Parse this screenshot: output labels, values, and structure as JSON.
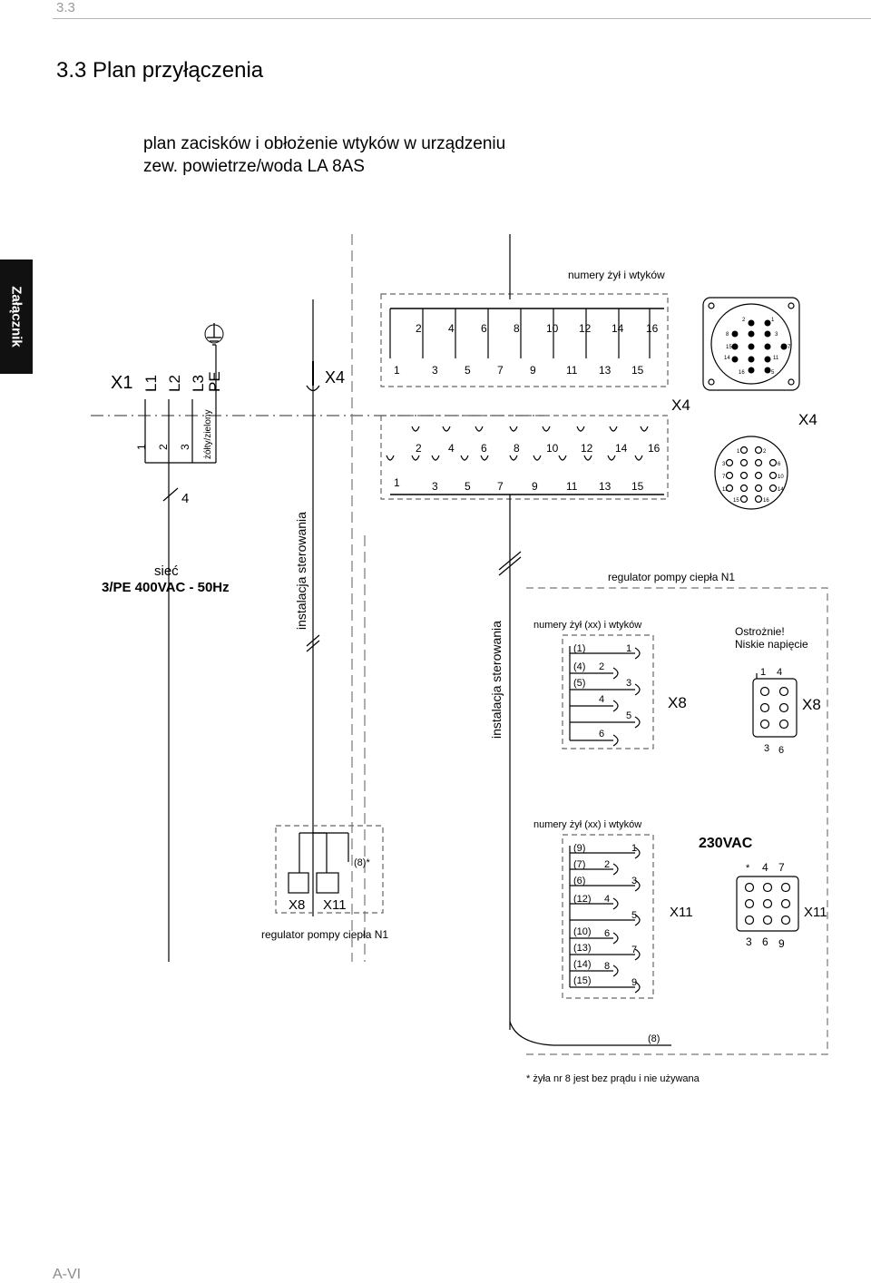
{
  "section_number": "3.3",
  "heading": "3.3   Plan przyłączenia",
  "subtitle_line1": "plan zacisków i obłożenie wtyków w urządzeniu",
  "subtitle_line2": "zew. powietrze/woda LA 8AS",
  "side_tab": "Załącznik",
  "footer": "A-VI",
  "diagram": {
    "x1_label": "X1",
    "x1_terminals": [
      "L1",
      "L2",
      "L3",
      "PE"
    ],
    "x1_numbers": [
      "1",
      "2",
      "3"
    ],
    "pe_wire": "żółty/zielony",
    "supply_count": "4",
    "supply_name": "sieć",
    "supply_spec": "3/PE 400VAC - 50Hz",
    "control_left": "instalacja sterowania",
    "control_mid": "instalacja sterowania",
    "x4_small": "X4",
    "wires_and_plugs_top": "numery żył i wtyków",
    "x4_even": [
      "2",
      "4",
      "6",
      "8",
      "10",
      "12",
      "14",
      "16"
    ],
    "x4_odd": [
      "1",
      "3",
      "5",
      "7",
      "9",
      "11",
      "13",
      "15"
    ],
    "x4_label": "X4",
    "x4_plug_label": "X4",
    "x4_plug_pins": [
      "2",
      "1",
      "8",
      "3",
      "15",
      "7",
      "14",
      "11",
      "16",
      "5"
    ],
    "x4_socket_pins": [
      "1",
      "2",
      "3",
      "6",
      "7",
      "10",
      "11",
      "14",
      "15",
      "16"
    ],
    "regulator_top": "regulator pompy ciepła N1",
    "wires_x8": "numery żył (xx) i wtyków",
    "x8_left": [
      "(1)",
      "(4)",
      "(5)"
    ],
    "x8_pins": [
      "1",
      "2",
      "3",
      "4",
      "5",
      "6"
    ],
    "x8_label": "X8",
    "caution_line1": "Ostrożnie!",
    "caution_line2": "Niskie napięcie",
    "x8_grid_top": [
      "1",
      "4"
    ],
    "x8_grid_bottom": [
      "3",
      "6"
    ],
    "x8_right_label": "X8",
    "x8_block": "X8",
    "x11_block": "X11",
    "wire8_note": "(8)*",
    "regulator_bottom": "regulator pompy ciepła N1",
    "wires_x11": "numery żył (xx) i wtyków",
    "x11_left": [
      "(9)",
      "(7)",
      "(6)",
      "(12)",
      "(10)",
      "(13)",
      "(14)",
      "(15)"
    ],
    "x11_pins": [
      "1",
      "2",
      "3",
      "4",
      "5",
      "6",
      "7",
      "8",
      "9"
    ],
    "x11_label": "X11",
    "vac_label": "230VAC",
    "x11_grid_top": [
      "*",
      "4",
      "7"
    ],
    "x11_grid_bottom": [
      "3",
      "6",
      "9"
    ],
    "x11_right_label": "X11",
    "wire8_bottom": "(8)",
    "footnote": "* żyła nr 8 jest bez prądu i nie używana"
  }
}
